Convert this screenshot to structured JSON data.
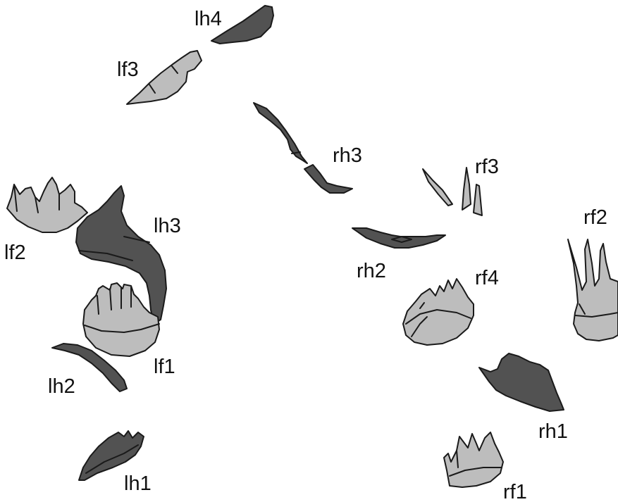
{
  "labels": {
    "lh4": "lh4",
    "lf3": "lf3",
    "rh3": "rh3",
    "rf3": "rf3",
    "lf2": "lf2",
    "lh3": "lh3",
    "rf2": "rf2",
    "rh2": "rh2",
    "rf4": "rf4",
    "lf1": "lf1",
    "lh2": "lh2",
    "rh1": "rh1",
    "lh1": "lh1",
    "rf1": "rf1"
  },
  "colors": {
    "dark_fragment": "#525252",
    "light_fragment": "#bdbdbd",
    "outline": "#1a1a1a",
    "background": "#ffffff"
  }
}
